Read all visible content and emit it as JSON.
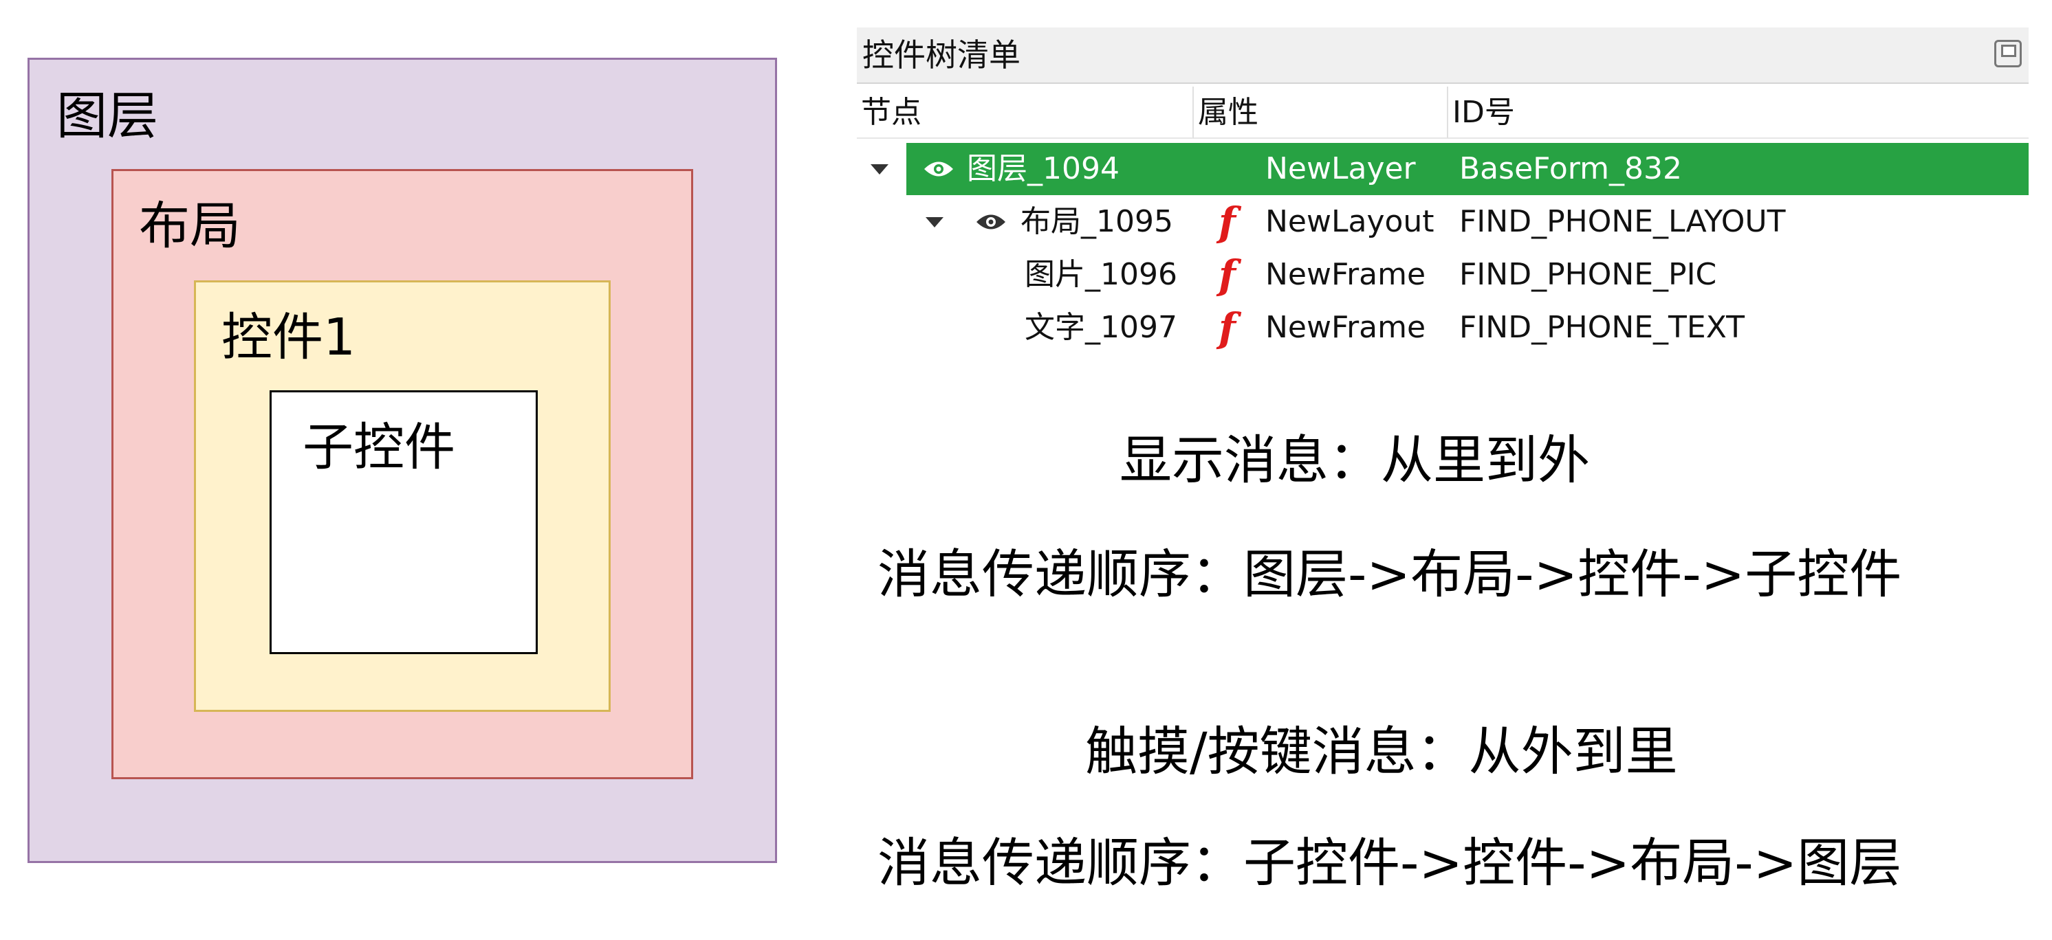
{
  "diagram": {
    "layer_label": "图层",
    "layout_label": "布局",
    "widget_label": "控件1",
    "child_label": "子控件",
    "colors": {
      "layer_fill": "#e1d5e7",
      "layer_border": "#9673a6",
      "layout_fill": "#f8cecc",
      "layout_border": "#b85450",
      "widget_fill": "#fff2cc",
      "widget_border": "#d6b656",
      "child_fill": "#ffffff",
      "child_border": "#000000"
    }
  },
  "tree_panel": {
    "title": "控件树清单",
    "columns": {
      "node": "节点",
      "attr": "属性",
      "id": "ID号"
    },
    "selected_color": "#27a243",
    "rows": [
      {
        "node": "图层_1094",
        "attr": "NewLayer",
        "id": "BaseForm_832",
        "icon": "eye-icon",
        "expanded": true,
        "selected": true
      },
      {
        "node": "布局_1095",
        "attr": "NewLayout",
        "id": "FIND_PHONE_LAYOUT",
        "icon": "eye-icon",
        "expanded": true,
        "func_icon": "f"
      },
      {
        "node": "图片_1096",
        "attr": "NewFrame",
        "id": "FIND_PHONE_PIC",
        "func_icon": "f"
      },
      {
        "node": "文字_1097",
        "attr": "NewFrame",
        "id": "FIND_PHONE_TEXT",
        "func_icon": "f"
      }
    ]
  },
  "messages": {
    "display_title": "显示消息：从里到外",
    "display_order": "消息传递顺序：图层->布局->控件->子控件",
    "touch_title": "触摸/按键消息：从外到里",
    "touch_order": "消息传递顺序：子控件->控件->布局->图层"
  }
}
